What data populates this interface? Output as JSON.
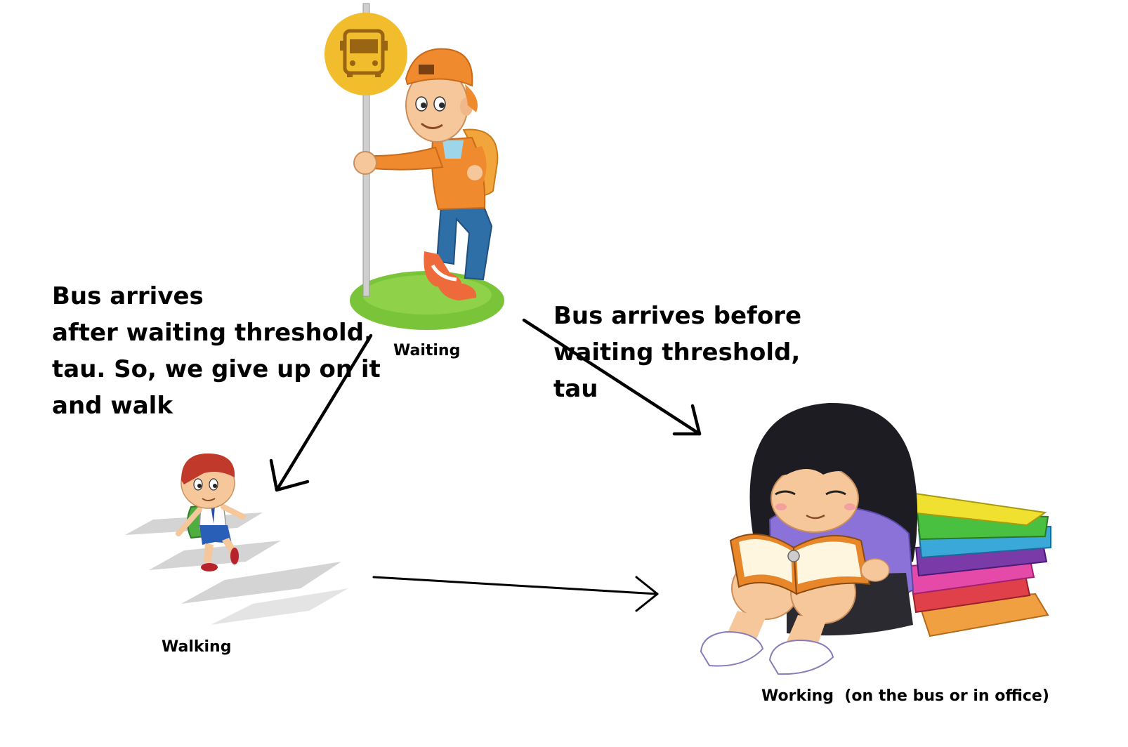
{
  "nodes": {
    "waiting": {
      "label": "Waiting"
    },
    "walking": {
      "label": "Walking"
    },
    "working": {
      "label": "Working  (on the bus or in office)"
    }
  },
  "edges": {
    "waiting_to_walking": {
      "lines": [
        "Bus arrives",
        "after waiting threshold,",
        "tau. So, we give up on it",
        "and walk"
      ]
    },
    "waiting_to_working": {
      "lines": [
        "Bus arrives before",
        "waiting threshold,",
        "tau"
      ]
    },
    "walking_to_working": {
      "lines": []
    }
  },
  "colors": {
    "sign_yellow": "#f2bd2c",
    "sign_icon": "#9a6512",
    "grass_green": "#7ac43a",
    "cap_orange": "#ef8a2f",
    "jeans_blue": "#2f6fa8",
    "hair_black": "#1c1c22",
    "shirt_purple": "#8a72d8",
    "boy_red_hair": "#c0392b",
    "arrow": "#000000"
  },
  "icons": [
    "bus-stop-sign-icon",
    "waiting-boy-illustration",
    "walking-child-illustration",
    "reading-girl-illustration",
    "book-stack-illustration"
  ]
}
